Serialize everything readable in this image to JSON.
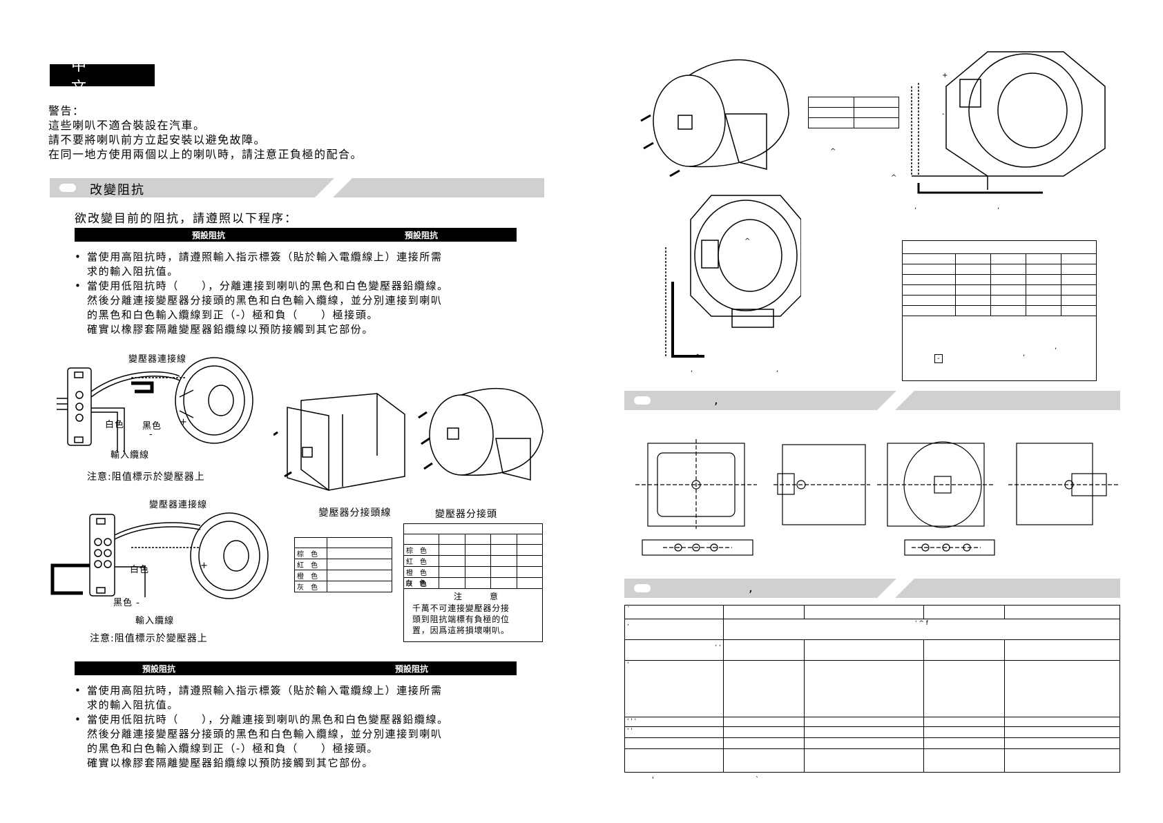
{
  "left_page": {
    "language_tab": "中　文",
    "warning": {
      "heading": "警告：",
      "lines": [
        "這些喇叭不適合裝設在汽車。",
        "請不要將喇叭前方立起安裝以避免故障。",
        "在同一地方使用兩個以上的喇叭時，請注意正負極的配合。"
      ]
    },
    "section_impedance": {
      "title": "改變阻抗",
      "intro": "欲改變目前的阻抗，請遵照以下程序："
    },
    "default_bar_top": {
      "left": "預設阻抗",
      "right": "預設阻抗"
    },
    "procedure_top": [
      "當使用高阻抗時，請遵照輸入指示標簽（貼於輸入電纜線上）連接所需",
      "求的輸入阻抗值。",
      "當使用低阻抗時（　　），分離連接到喇叭的黑色和白色變壓器鉛纜線。",
      "然後分離連接變壓器分接頭的黑色和白色輸入纜線，並分別連接到喇叭",
      "的黑色和白色輸入纜線到正（-）極和負（　　）極接頭。",
      "確實以橡膠套隔離變壓器鉛纜線以預防接觸到其它部份。"
    ],
    "diagram1": {
      "transformer_label": "變壓器連接線",
      "white_label": "白色",
      "black_label": "黑色",
      "minus_label": "-",
      "plus_label": "+",
      "input_label": "輸入纜線",
      "note": "注意:阻值標示於變壓器上"
    },
    "diagram2": {
      "transformer_label": "變壓器連接線",
      "white_label": "白色",
      "black_label": "黑色 -",
      "plus_label": "+",
      "input_label": "輸入纜線",
      "note": "注意:阻值標示於變壓器上"
    },
    "tap_table_left": {
      "heading": "變壓器分接頭線",
      "rows": [
        "棕　色",
        "紅　色",
        "橙　色",
        "灰　色"
      ]
    },
    "tap_table_right": {
      "heading": "變壓器分接頭",
      "rows": [
        "棕　色",
        "紅　色",
        "橙　色",
        "灰　色",
        "白　色"
      ],
      "caution_title": "注　意",
      "caution_lines": [
        "千萬不可連接變壓器分接",
        "頭到阻抗端標有負極的位",
        "置，因爲這將損壞喇叭。"
      ]
    },
    "default_bar_bottom": {
      "left": "預設阻抗",
      "right": "預設阻抗"
    },
    "procedure_bottom": [
      "當使用高阻抗時，請遵照輸入指示標簽（貼於輸入電纜線上）連接所需",
      "求的輸入阻抗值。",
      "當使用低阻抗時（　　），分離連接到喇叭的黑色和白色變壓器鉛纜線。",
      "然後分離連接變壓器分接頭的黑色和白色輸入纜線，並分別連接到喇叭",
      "的黑色和白色輸入纜線到正（-）極和負（　　）極接頭。",
      "確實以橡膠套隔離變壓器鉛纜線以預防接觸到其它部份。"
    ]
  },
  "right_page": {
    "wiring_labels": {
      "plus": "+",
      "minus": "-",
      "caret1": "^",
      "caret2": "^",
      "comma1": ",",
      "comma2": ","
    },
    "mid_labels": {
      "caret": "^",
      "caret2": "^",
      "comma1": ",",
      "comma2": ","
    },
    "info_table": {
      "marks": [
        ",",
        ",",
        "-"
      ]
    },
    "section2_title": ",",
    "section3_title": ",",
    "spec_marks": {
      "r0": "`",
      "r1": ",",
      "r1_right": "' ^ f",
      "r2": ", ,",
      "r3": "'",
      "r4": "' ' '",
      "r5": "' '",
      "footer_left": "'",
      "footer_right": "`"
    },
    "colors": {
      "section_bar": "#d0d0d0",
      "text": "#000000"
    }
  }
}
